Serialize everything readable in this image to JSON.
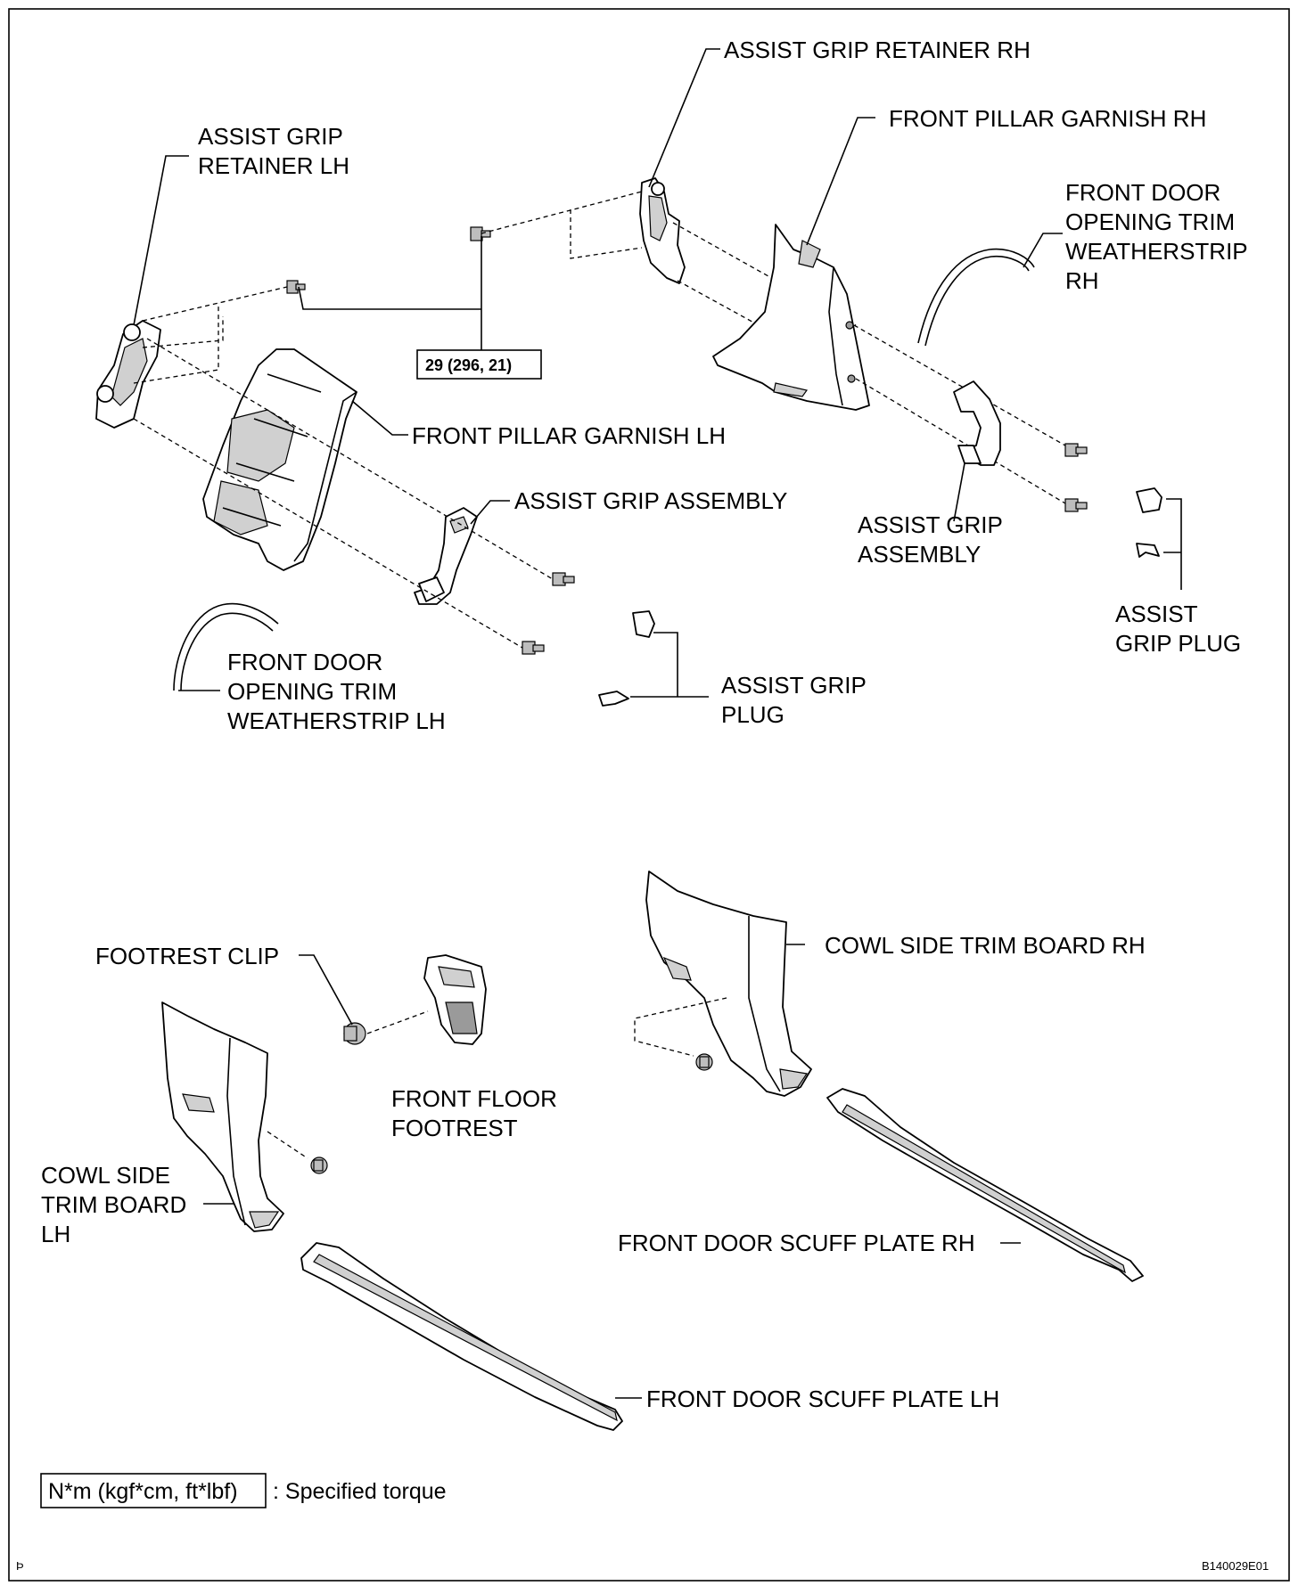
{
  "labels": {
    "assist_grip_retainer_rh": "ASSIST GRIP RETAINER RH",
    "front_pillar_garnish_rh": "FRONT PILLAR GARNISH RH",
    "assist_grip_retainer_lh": [
      "ASSIST GRIP",
      "RETAINER LH"
    ],
    "front_door_opening_trim_weatherstrip_rh": [
      "FRONT DOOR",
      "OPENING TRIM",
      "WEATHERSTRIP",
      "RH"
    ],
    "torque_value": "29 (296, 21)",
    "front_pillar_garnish_lh": "FRONT PILLAR GARNISH LH",
    "assist_grip_assembly_lh": "ASSIST GRIP ASSEMBLY",
    "assist_grip_assembly_rh": [
      "ASSIST GRIP",
      "ASSEMBLY"
    ],
    "assist_grip_plug_rh": [
      "ASSIST",
      "GRIP PLUG"
    ],
    "front_door_opening_trim_weatherstrip_lh": [
      "FRONT DOOR",
      "OPENING TRIM",
      "WEATHERSTRIP LH"
    ],
    "assist_grip_plug_lh": [
      "ASSIST GRIP",
      "PLUG"
    ],
    "footrest_clip": "FOOTREST CLIP",
    "cowl_side_trim_board_rh": "COWL SIDE TRIM BOARD RH",
    "front_floor_footrest": [
      "FRONT FLOOR",
      "FOOTREST"
    ],
    "cowl_side_trim_board_lh": [
      "COWL SIDE",
      "TRIM BOARD",
      "LH"
    ],
    "front_door_scuff_plate_rh": "FRONT DOOR SCUFF PLATE RH",
    "front_door_scuff_plate_lh": "FRONT DOOR SCUFF PLATE LH"
  },
  "legend": {
    "unit": "N*m (kgf*cm, ft*lbf)",
    "description": ": Specified torque"
  },
  "figure_code": "B140029E01",
  "corner_mark": "Þ"
}
